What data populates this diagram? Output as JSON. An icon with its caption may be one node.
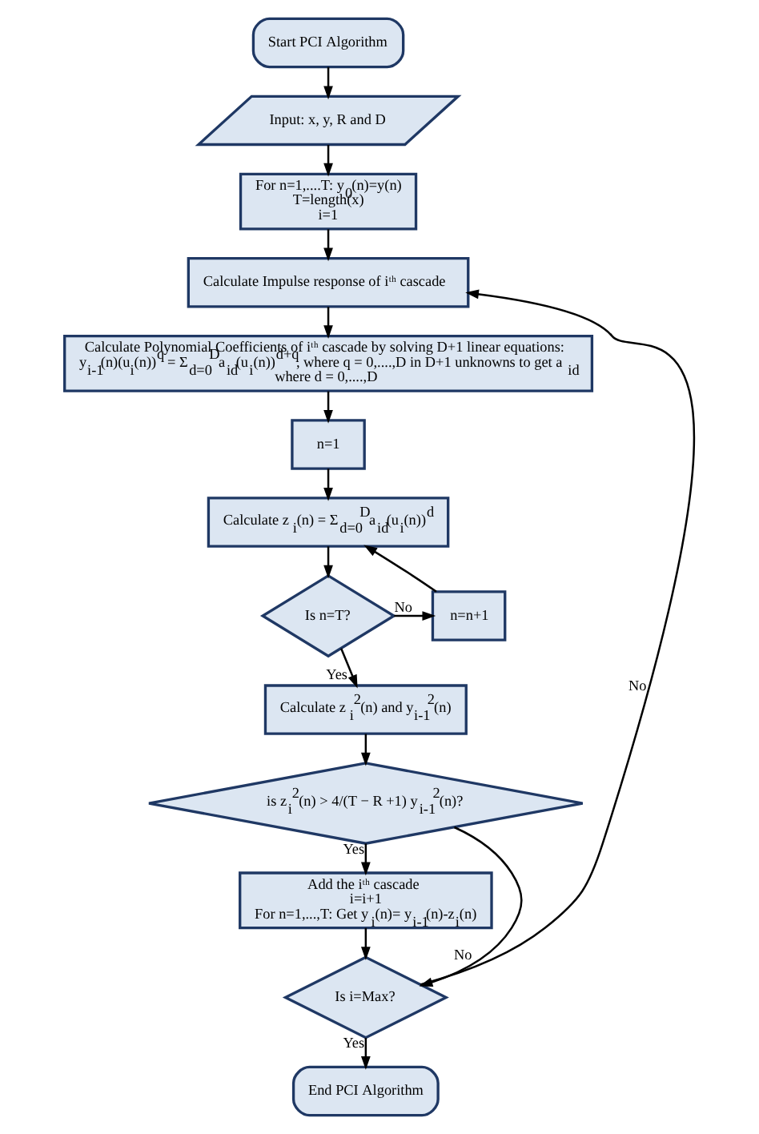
{
  "diagram": {
    "nodes": [
      {
        "text": [
          "Start PCI Algorithm"
        ]
      },
      {
        "text": [
          "Input: x, y, R and D"
        ]
      },
      {
        "text": [
          "For n=1,....T: y$_{0}$(n)=y(n)",
          "T=length(x)",
          "i=1"
        ]
      },
      {
        "text": [
          "Calculate Impulse response of iᵗʰ cascade"
        ]
      },
      {
        "text": [
          "Calculate Polynomial Coefficients of iᵗʰ cascade by solving D+1 linear equations:",
          "y$_{i-1}$(n)(u$_{i}$(n))$^{q}$ = Σ$_{d=0}$$^{D}$a$_{id}$(u$_{i}$(n))$^{d+q}$, where q = 0,....,D in D+1 unknowns to get a$_{id}$",
          "where d = 0,....,D"
        ]
      },
      {
        "text": [
          "n=1"
        ]
      },
      {
        "text": [
          "Calculate z$_{i}$(n) = Σ$_{d=0}$$^{D}$a$_{id}$(u$_{i}$(n))$^{d}$"
        ]
      },
      {
        "text": [
          "Is n=T?"
        ]
      },
      {
        "text": [
          "n=n+1"
        ]
      },
      {
        "text": [
          "Calculate z$_{i}$$^{2}$(n) and y$_{i-1}$$^{2}$(n)"
        ]
      },
      {
        "text": [
          "is z$_{i}$$^{2}$(n) > 4/(T − R +1) y$_{i-1}$$^{2}$(n)?"
        ]
      },
      {
        "text": [
          "Add the iᵗʰ cascade",
          "i=i+1",
          "For n=1,...,T: Get y$_{i}$(n)= y$_{i-1}$(n)-z$_{i}$(n)"
        ]
      },
      {
        "text": [
          "Is i=Max?"
        ]
      },
      {
        "text": [
          "End PCI Algorithm"
        ]
      }
    ],
    "edges": [
      {
        "from": 0,
        "to": 1,
        "arrow": "to"
      },
      {
        "from": 1,
        "to": 2,
        "arrow": "to"
      },
      {
        "from": 2,
        "to": 3,
        "arrow": "to"
      },
      {
        "from": 3,
        "to": 4,
        "arrow": "to"
      },
      {
        "from": 4,
        "to": 5,
        "arrow": "to"
      },
      {
        "from": 5,
        "to": 6,
        "arrow": "to"
      },
      {
        "from": 6,
        "to": 7,
        "arrow": "to"
      },
      {
        "from": 7,
        "to": 8,
        "arrow": "to",
        "label": "No"
      },
      {
        "from": 8,
        "to": 6,
        "arrow": "to"
      },
      {
        "from": 7,
        "to": 9,
        "arrow": "to",
        "label": "Yes"
      },
      {
        "from": 9,
        "to": 10,
        "arrow": "to"
      },
      {
        "from": 10,
        "to": 11,
        "arrow": "to",
        "label": "Yes"
      },
      {
        "from": 10,
        "to": 12,
        "arrow": "to",
        "label": "No"
      },
      {
        "from": 11,
        "to": 12,
        "arrow": "to"
      },
      {
        "from": 12,
        "to": 3,
        "arrow": "to",
        "label": "No"
      },
      {
        "from": 12,
        "to": 13,
        "arrow": "to",
        "label": "Yes"
      }
    ]
  }
}
